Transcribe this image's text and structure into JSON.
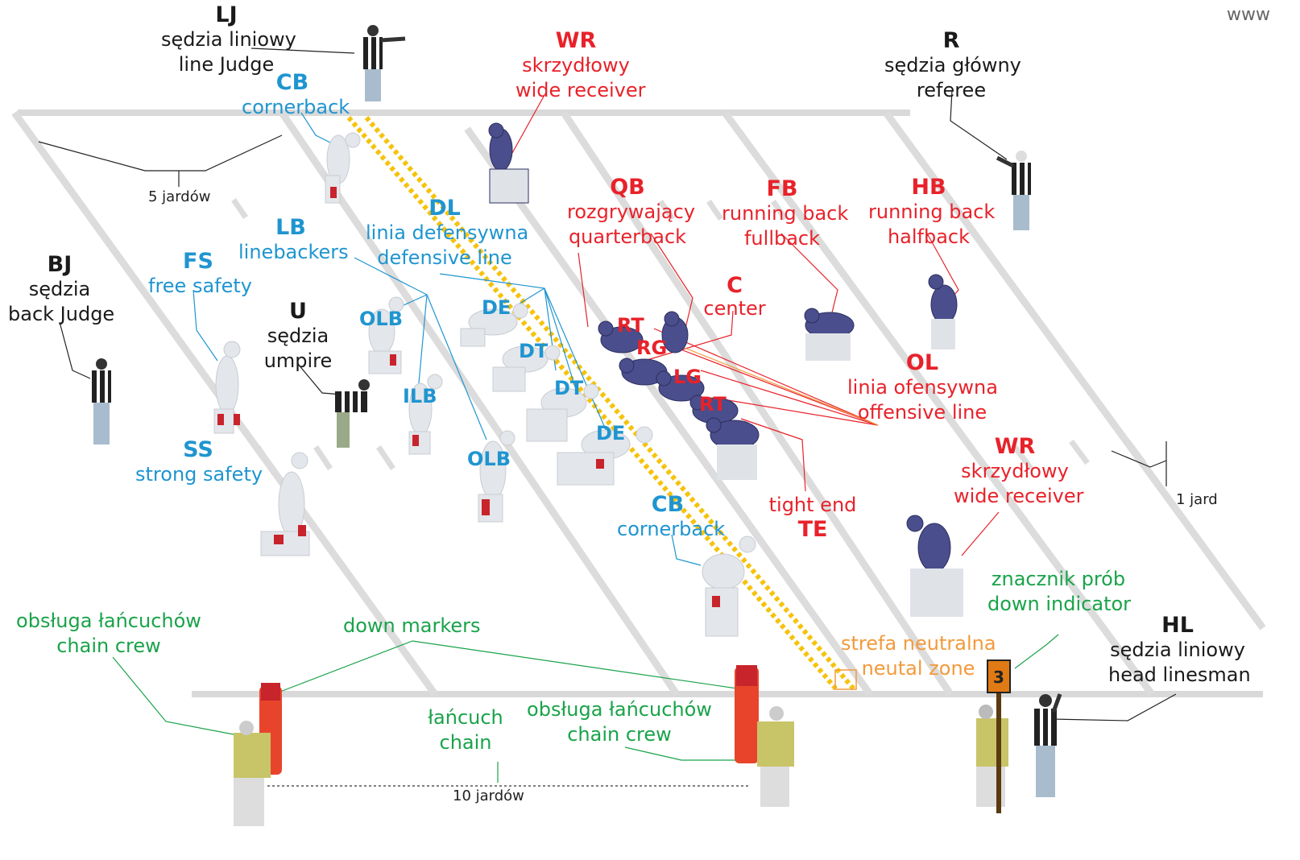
{
  "watermark": "www",
  "colors": {
    "offense": "#e8222a",
    "defense": "#1f95d0",
    "officials": "#1a1a1a",
    "crew": "#1aa34a",
    "neutral": "#f39a3c"
  },
  "labels": {
    "lj": {
      "abbr": "LJ",
      "line1": "sędzia liniowy",
      "line2": "line Judge"
    },
    "cb_top": {
      "abbr": "CB",
      "name": "cornerback"
    },
    "wr_top": {
      "abbr": "WR",
      "line1": "skrzydłowy",
      "line2": "wide receiver"
    },
    "r": {
      "abbr": "R",
      "line1": "sędzia główny",
      "line2": "referee"
    },
    "qb": {
      "abbr": "QB",
      "line1": "rozgrywający",
      "line2": "quarterback"
    },
    "fb": {
      "abbr": "FB",
      "line1": "running back",
      "line2": "fullback"
    },
    "hb": {
      "abbr": "HB",
      "line1": "running back",
      "line2": "halfback"
    },
    "dl": {
      "abbr": "DL",
      "line1": "linia defensywna",
      "line2": "defensive line"
    },
    "lb": {
      "abbr": "LB",
      "name": "linebackers"
    },
    "fs": {
      "abbr": "FS",
      "name": "free safety"
    },
    "bj": {
      "abbr": "BJ",
      "line1": "sędzia",
      "line2": "back Judge"
    },
    "u": {
      "abbr": "U",
      "line1": "sędzia",
      "line2": "umpire"
    },
    "c": {
      "abbr": "C",
      "name": "center"
    },
    "ol": {
      "abbr": "OL",
      "line1": "linia ofensywna",
      "line2": "offensive line"
    },
    "ss": {
      "abbr": "SS",
      "name": "strong safety"
    },
    "wr_bot": {
      "abbr": "WR",
      "line1": "skrzydłowy",
      "line2": "wide receiver"
    },
    "te": {
      "name": "tight end",
      "abbr": "TE"
    },
    "cb_bot": {
      "abbr": "CB",
      "name": "cornerback"
    },
    "down_ind": {
      "line1": "znacznik prób",
      "line2": "down indicator"
    },
    "hl": {
      "abbr": "HL",
      "line1": "sędzia liniowy",
      "line2": "head linesman"
    },
    "neutral": {
      "line1": "strefa neutralna",
      "line2": "neutal zone"
    },
    "crew_l": {
      "line1": "obsługa łańcuchów",
      "line2": "chain crew"
    },
    "down_markers": "down markers",
    "chain": {
      "line1": "łańcuch",
      "line2": "chain"
    },
    "crew_r": {
      "line1": "obsługa łańcuchów",
      "line2": "chain crew"
    }
  },
  "measures": {
    "five": "5 jardów",
    "one": "1 jard",
    "ten": "10 jardów"
  },
  "player_tags": {
    "ole": "OLB",
    "de1": "DE",
    "dt1": "DT",
    "ilb": "ILB",
    "dt2": "DT",
    "de2": "DE",
    "olb2": "OLB",
    "rt1": "RT",
    "rg": "RG",
    "lg": "LG",
    "rt2": "RT"
  },
  "down_number": "3"
}
